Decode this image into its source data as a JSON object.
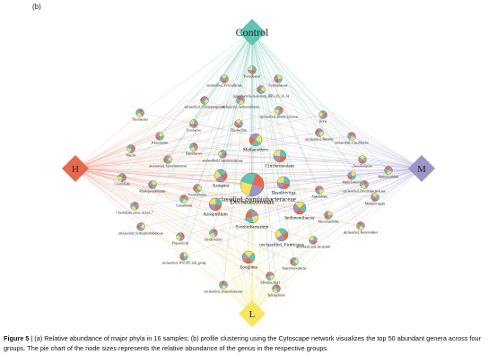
{
  "panel_label": "(b)",
  "hubs": {
    "control": {
      "label": "Control",
      "color": "#5fc4b4"
    },
    "h": {
      "label": "H",
      "color": "#e8684f"
    },
    "m": {
      "label": "M",
      "color": "#9b95c9"
    },
    "l": {
      "label": "L",
      "color": "#f7e55a"
    }
  },
  "slice_colors": [
    "#5fc4b4",
    "#e8684f",
    "#9b95c9",
    "#f7e55a"
  ],
  "genera": [
    {
      "label": "Prolixibacter",
      "s": 1
    },
    {
      "label": "unclassified_Victivallaceae",
      "s": 1
    },
    {
      "label": "Syntrophaceae",
      "s": 1
    },
    {
      "label": "Ignavibacteria_bacterium_RBG_16_34_14",
      "s": 1
    },
    {
      "label": "unclassified_Chitinophagaceae",
      "s": 1
    },
    {
      "label": "unclassified_Sedimentibacter",
      "s": 1
    },
    {
      "label": "Thermacetia",
      "s": 1
    },
    {
      "label": "unclassified_Rhodocyclaceae",
      "s": 1
    },
    {
      "label": "Ilexia",
      "s": 1
    },
    {
      "label": "Lysobacter",
      "s": 1
    },
    {
      "label": "Thiobacillus",
      "s": 1
    },
    {
      "label": "Polaromonas",
      "s": 1
    },
    {
      "label": "Methanothrix",
      "s": 2
    },
    {
      "label": "unclassified_Bacteria",
      "s": 1
    },
    {
      "label": "unclassified_Gracilibacter",
      "s": 1
    },
    {
      "label": "Ramlibacter",
      "s": 1
    },
    {
      "label": "Mariflo",
      "s": 1
    },
    {
      "label": "unclassified_Comamonadaceae",
      "s": 1
    },
    {
      "label": "Citrifermentans",
      "s": 2
    },
    {
      "label": "Desulfurispora",
      "s": 1
    },
    {
      "label": "Methylotenera",
      "s": 1
    },
    {
      "label": "unclassified_Spirochaetaceae",
      "s": 1
    },
    {
      "label": "unclassified_Symbiobacteraceae",
      "s": 3
    },
    {
      "label": "Methylocaldum",
      "s": 1
    },
    {
      "label": "unclassified_Desulfobacteraceae",
      "s": 1
    },
    {
      "label": "Clostridium",
      "s": 1
    },
    {
      "label": "Azospira",
      "s": 2
    },
    {
      "label": "Desulfovirga",
      "s": 2
    },
    {
      "label": "Methylovirgula",
      "s": 1
    },
    {
      "label": "Rhodopseudomonas",
      "s": 1
    },
    {
      "label": "Pseudomonas",
      "s": 1
    },
    {
      "label": "Anaerolinea",
      "s": 1
    },
    {
      "label": "Comamonas",
      "s": 1
    },
    {
      "label": "Clostridium_sensu_stricto_7",
      "s": 1
    },
    {
      "label": "Dechloromonas",
      "s": 4
    },
    {
      "label": "Geobacter",
      "s": 1
    },
    {
      "label": "Azospirillum",
      "s": 2
    },
    {
      "label": "Sedimentibacter",
      "s": 2
    },
    {
      "label": "Mesorhizobium",
      "s": 1
    },
    {
      "label": "unclassified_Syntrophorhabdaceae",
      "s": 1
    },
    {
      "label": "Symbiobacterium",
      "s": 2
    },
    {
      "label": "unclassified_Bacteroidales",
      "s": 1
    },
    {
      "label": "Desulfovibrio",
      "s": 1
    },
    {
      "label": "Phaseolicola",
      "s": 1
    },
    {
      "label": "unclassified_Firmicutes",
      "s": 2
    },
    {
      "label": "uncultured_soil_bacterium",
      "s": 1
    },
    {
      "label": "Zoogloea",
      "s": 2
    },
    {
      "label": "unclassified_WS1365_soil_group",
      "s": 1
    },
    {
      "label": "Anaeromyxobacter",
      "s": 1
    },
    {
      "label": "Alberibacillus1",
      "s": 1
    },
    {
      "label": "unclassified_Anaerolineaceae",
      "s": 1
    },
    {
      "label": "Sphingobium",
      "s": 1
    }
  ],
  "caption": {
    "label": "Figure 5",
    "text": " | (a) Relative abundance of major phyla in 16 samples; (b) profile clustering using the Cytoscape network visualizes the top 50 abundant genera across four groups. The pie chart of the node sizes represents the relative abundance of the genus in the respective groups."
  }
}
